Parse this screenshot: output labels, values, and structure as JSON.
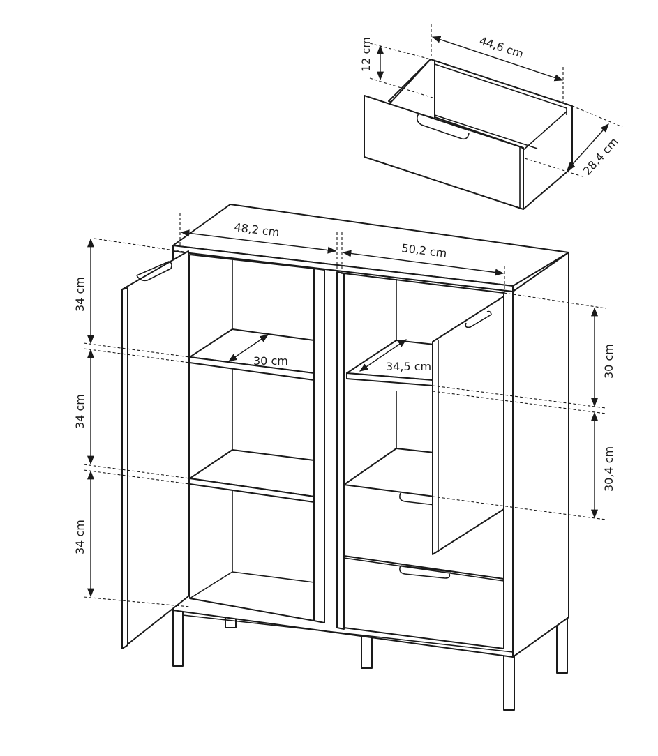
{
  "drawer": {
    "width_label": "44,6 cm",
    "height_label": "12 cm",
    "depth_label": "28,4 cm"
  },
  "cabinet": {
    "left_width_label": "48,2 cm",
    "right_width_label": "50,2 cm",
    "left_heights": [
      "34 cm",
      "34 cm",
      "34 cm"
    ],
    "left_shelf_depth_label": "30 cm",
    "right_shelf_depth_label": "34,5 cm",
    "right_upper_height_label": "30 cm",
    "right_lower_height_label": "30,4 cm"
  }
}
